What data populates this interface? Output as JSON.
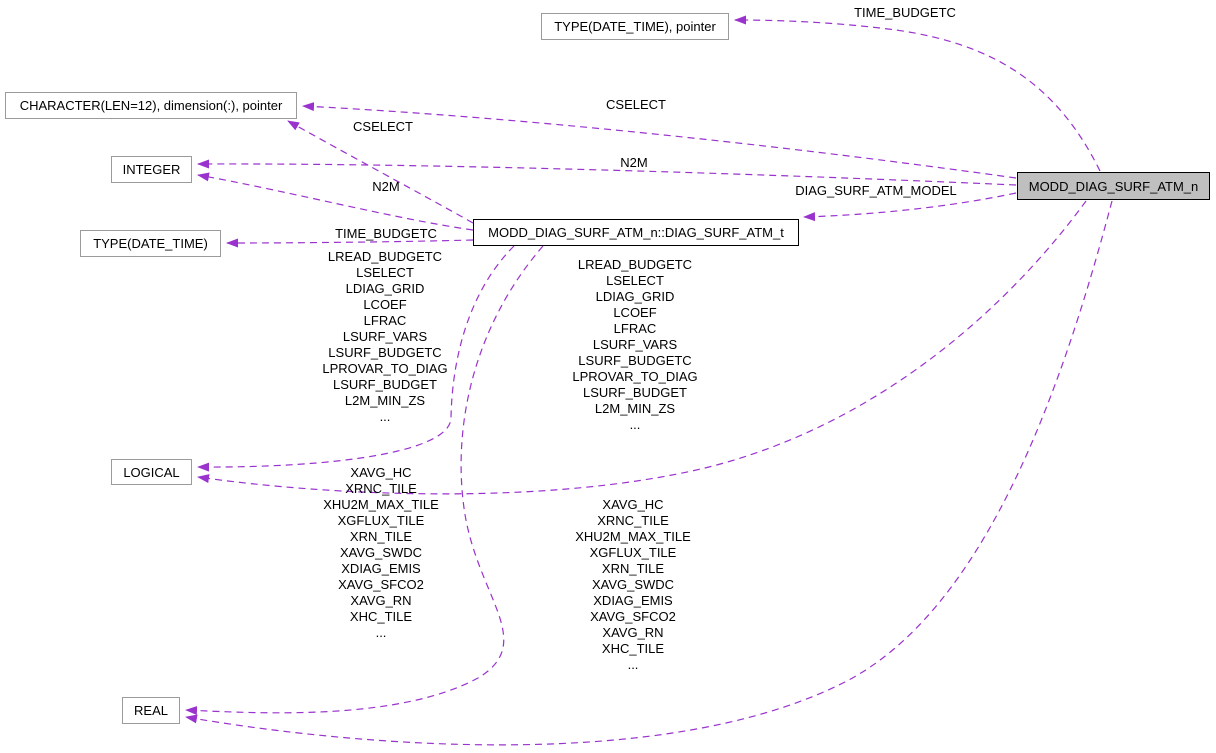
{
  "diagram": {
    "edge_color": "#9a32cd",
    "current_node_fill": "#bfbfbf",
    "nodes": {
      "type_date_time_pointer": {
        "label": "TYPE(DATE_TIME), pointer"
      },
      "character_len12": {
        "label": "CHARACTER(LEN=12), dimension(:), pointer"
      },
      "integer": {
        "label": "INTEGER"
      },
      "type_date_time": {
        "label": "TYPE(DATE_TIME)"
      },
      "logical": {
        "label": "LOGICAL"
      },
      "real": {
        "label": "REAL"
      },
      "diag_surf_atm_t": {
        "label": "MODD_DIAG_SURF_ATM_n::DIAG_SURF_ATM_t"
      },
      "modd_diag_surf_atm_n": {
        "label": "MODD_DIAG_SURF_ATM_n"
      }
    },
    "edge_labels": {
      "time_budgetc_top": "TIME_BUDGETC",
      "cselect_right": "CSELECT",
      "n2m_right": "N2M",
      "diag_surf_atm_model": "DIAG_SURF_ATM_MODEL",
      "cselect_left": "CSELECT",
      "n2m_left": "N2M",
      "time_budgetc_left": "TIME_BUDGETC",
      "type_to_logical_members": [
        "LREAD_BUDGETC",
        "LSELECT",
        "LDIAG_GRID",
        "LCOEF",
        "LFRAC",
        "LSURF_VARS",
        "LSURF_BUDGETC",
        "LPROVAR_TO_DIAG",
        "LSURF_BUDGET",
        "L2M_MIN_ZS",
        "..."
      ],
      "type_to_real_members": [
        "XAVG_HC",
        "XRNC_TILE",
        "XHU2M_MAX_TILE",
        "XGFLUX_TILE",
        "XRN_TILE",
        "XAVG_SWDC",
        "XDIAG_EMIS",
        "XAVG_SFCO2",
        "XAVG_RN",
        "XHC_TILE",
        "..."
      ],
      "module_to_logical_members": [
        "LREAD_BUDGETC",
        "LSELECT",
        "LDIAG_GRID",
        "LCOEF",
        "LFRAC",
        "LSURF_VARS",
        "LSURF_BUDGETC",
        "LPROVAR_TO_DIAG",
        "LSURF_BUDGET",
        "L2M_MIN_ZS",
        "..."
      ],
      "module_to_real_members": [
        "XAVG_HC",
        "XRNC_TILE",
        "XHU2M_MAX_TILE",
        "XGFLUX_TILE",
        "XRN_TILE",
        "XAVG_SWDC",
        "XDIAG_EMIS",
        "XAVG_SFCO2",
        "XAVG_RN",
        "XHC_TILE",
        "..."
      ]
    }
  }
}
